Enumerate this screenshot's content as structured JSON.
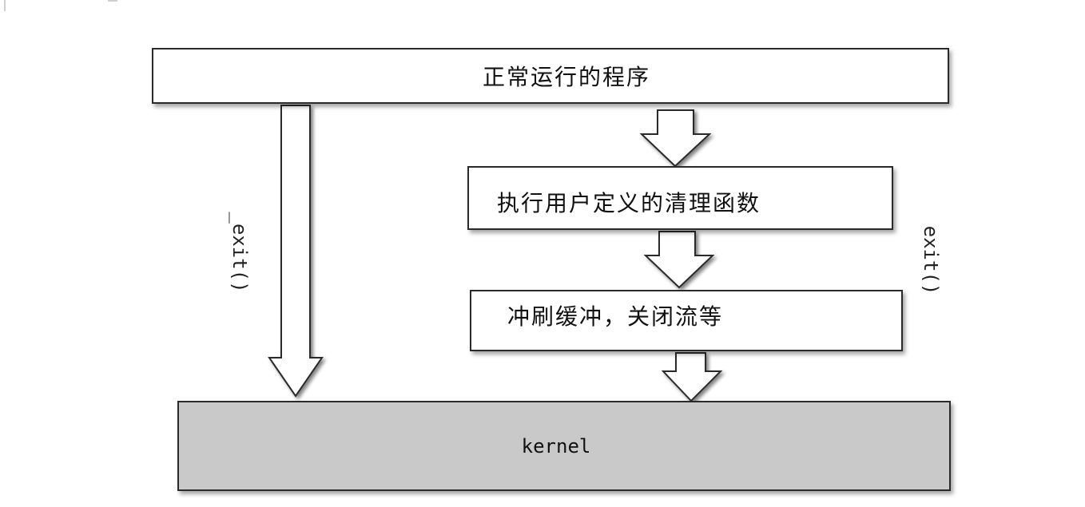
{
  "boxes": {
    "program": "正常运行的程序",
    "cleanup": "执行用户定义的清理函数",
    "flush": "冲刷缓冲，关闭流等",
    "kernel": "kernel"
  },
  "labels": {
    "underscore_exit": "_exit()",
    "exit": "exit()"
  }
}
